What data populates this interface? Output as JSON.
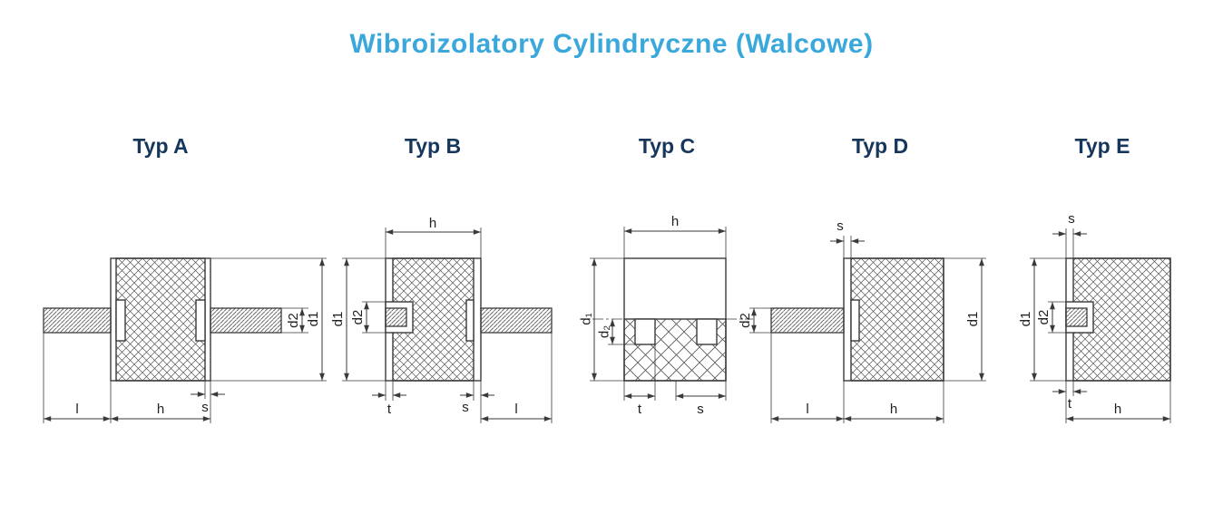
{
  "page": {
    "title": "Wibroizolatory Cylindryczne (Walcowe)",
    "colors": {
      "title_blue": "#3BA8DB",
      "label_navy": "#16365C",
      "drawing_line": "#3A3A3A",
      "background": "#FFFFFF"
    }
  },
  "types": [
    {
      "id": "typ-a",
      "label": "Typ A",
      "dims": {
        "d1": "d1",
        "d2": "d2",
        "s": "s",
        "l": "l",
        "h": "h"
      }
    },
    {
      "id": "typ-b",
      "label": "Typ B",
      "dims": {
        "h": "h",
        "d1": "d1",
        "d2": "d2",
        "t": "t",
        "s": "s",
        "l": "l"
      }
    },
    {
      "id": "typ-c",
      "label": "Typ C",
      "dims": {
        "h": "h",
        "d1": "d₁",
        "d2": "d₂",
        "t": "t",
        "s": "s"
      }
    },
    {
      "id": "typ-d",
      "label": "Typ D",
      "dims": {
        "s": "s",
        "d2": "d2",
        "d1": "d1",
        "l": "l",
        "h": "h"
      }
    },
    {
      "id": "typ-e",
      "label": "Typ E",
      "dims": {
        "s": "s",
        "d1": "d1",
        "d2": "d2",
        "t": "t",
        "h": "h"
      }
    }
  ]
}
